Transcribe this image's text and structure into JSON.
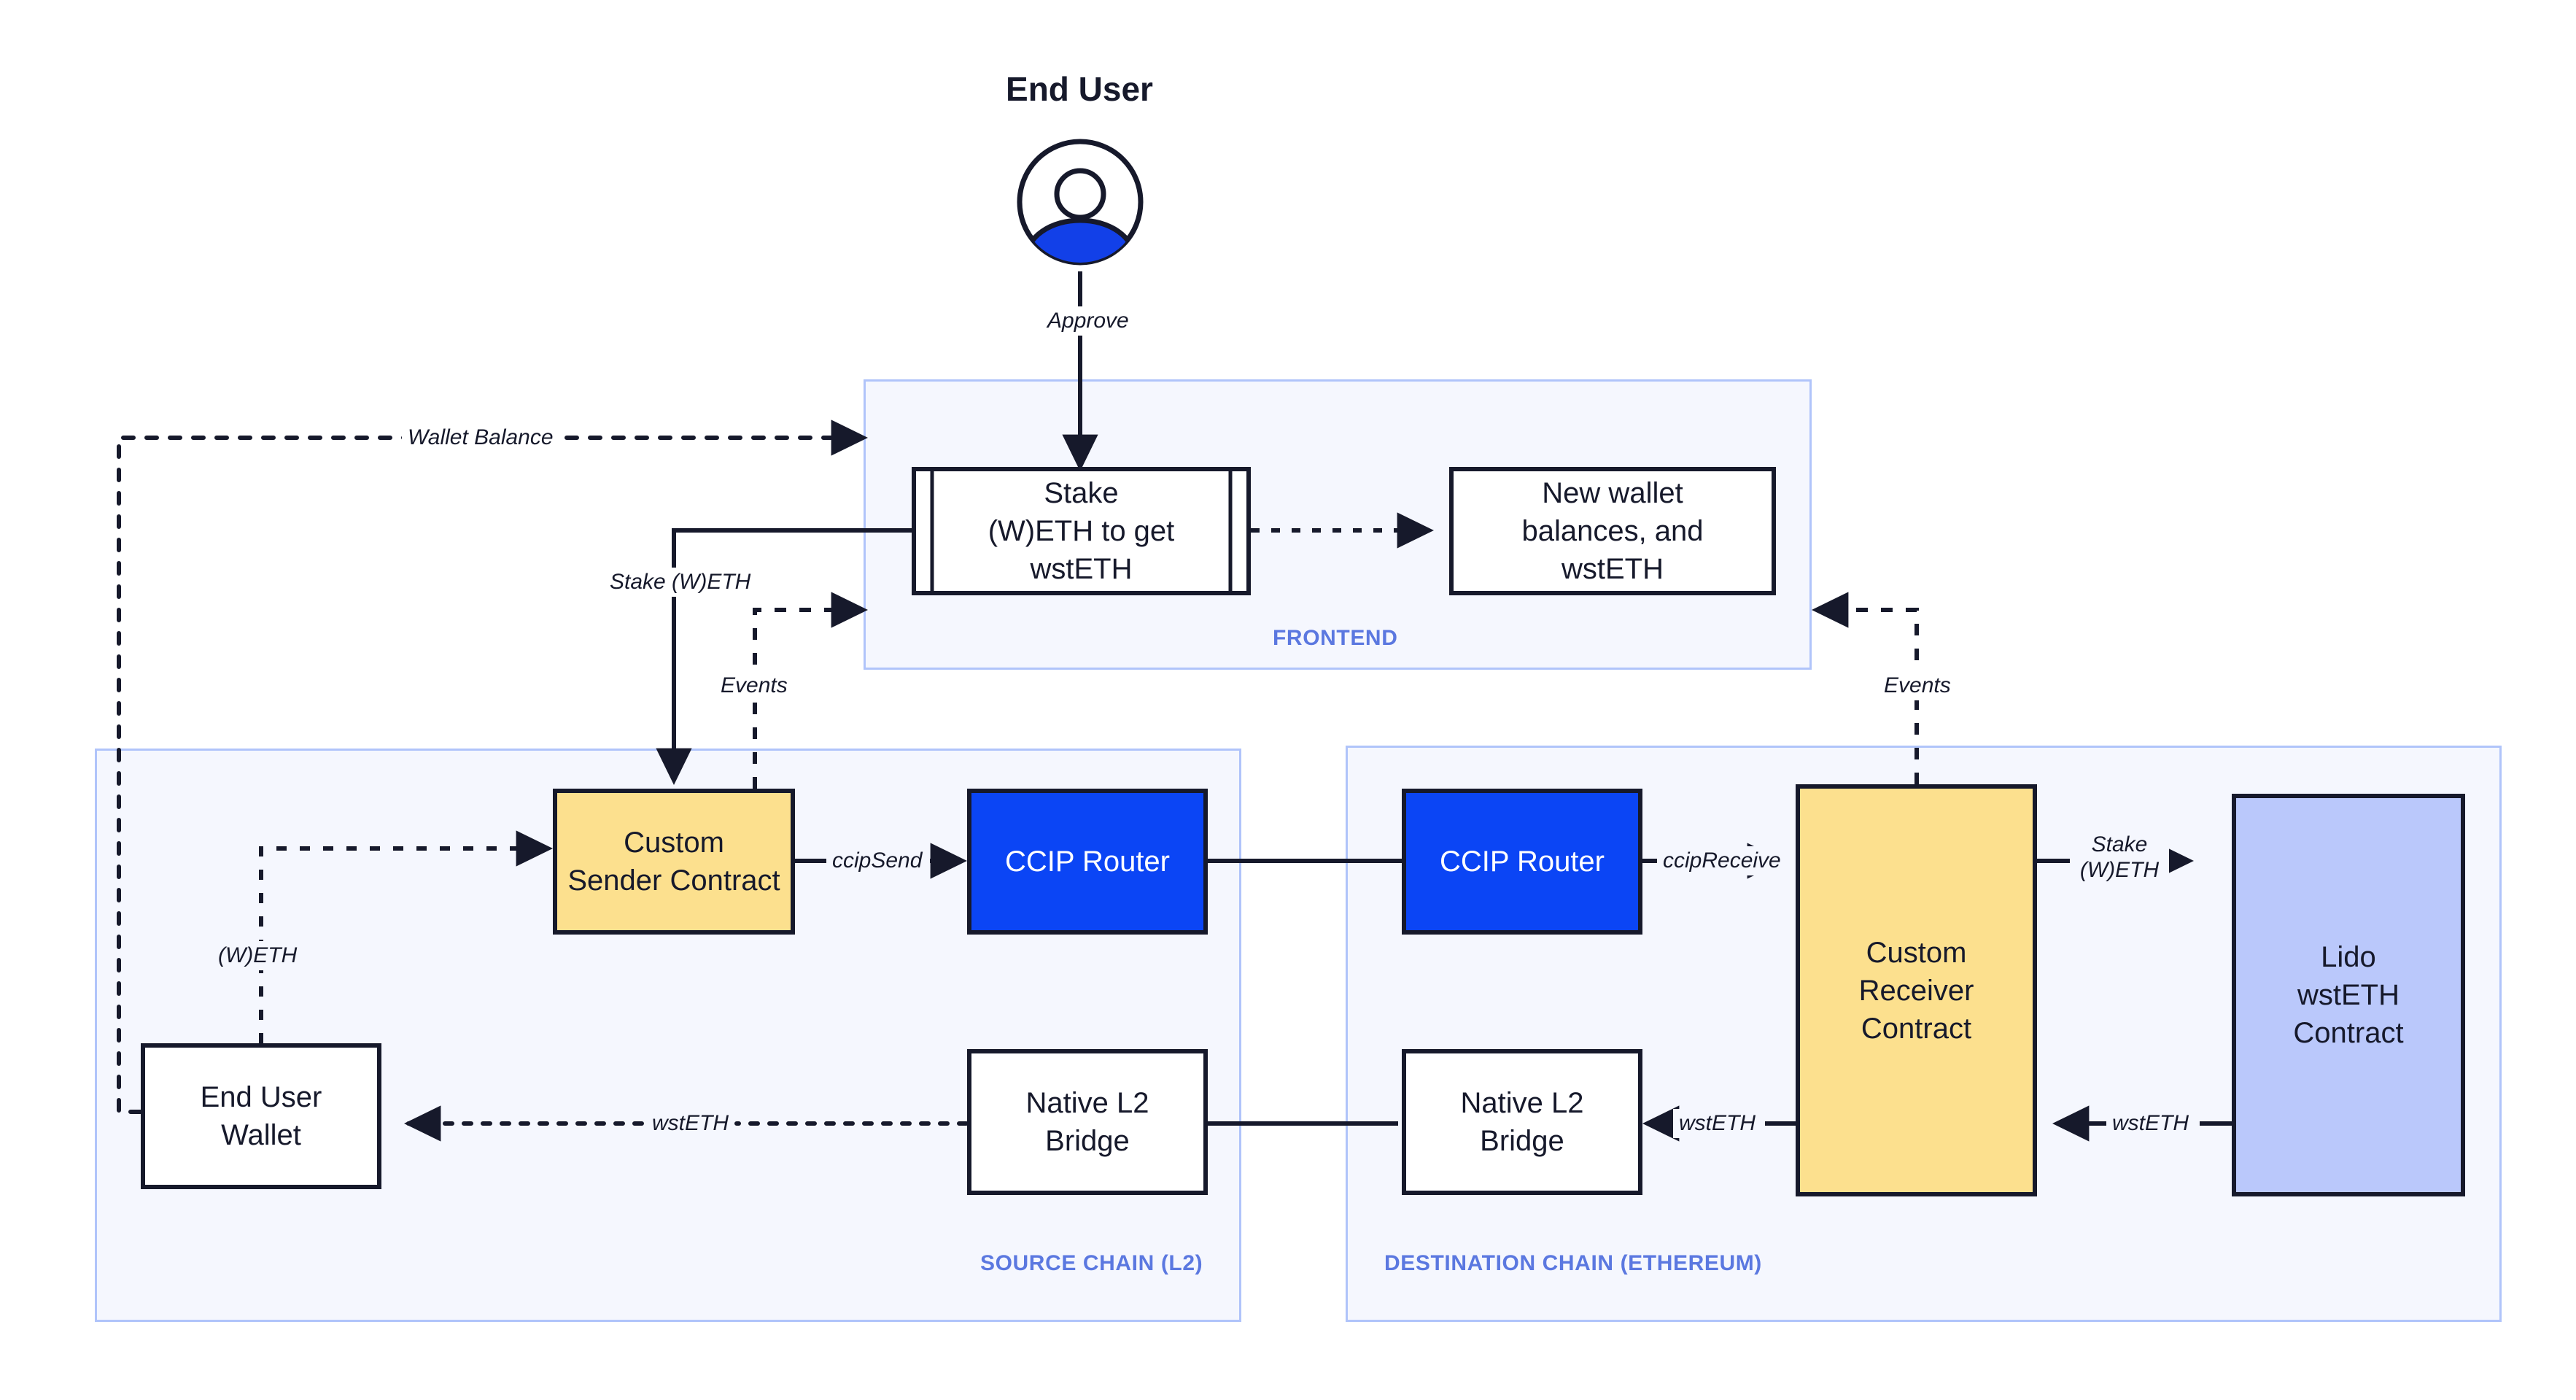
{
  "diagram": {
    "title": "CCIP cross-chain wstETH staking architecture",
    "actor": {
      "label": "End User",
      "icon": "user-avatar-icon"
    },
    "zones": [
      {
        "id": "frontend",
        "label": "FRONTEND"
      },
      {
        "id": "source-chain",
        "label": "SOURCE CHAIN (L2)"
      },
      {
        "id": "destination-chain",
        "label": "DESTINATION CHAIN (ETHEREUM)"
      }
    ],
    "nodes": [
      {
        "id": "stake-weth",
        "label": "Stake\n(W)ETH to get\nwstETH",
        "style": "process-double",
        "zone": "frontend"
      },
      {
        "id": "new-balances",
        "label": "New wallet\nbalances, and\nwstETH",
        "style": "plain",
        "zone": "frontend"
      },
      {
        "id": "custom-sender",
        "label": "Custom\nSender Contract",
        "style": "yellow",
        "zone": "source-chain"
      },
      {
        "id": "ccip-router-src",
        "label": "CCIP Router",
        "style": "blue",
        "zone": "source-chain"
      },
      {
        "id": "end-user-wallet",
        "label": "End User\nWallet",
        "style": "plain",
        "zone": "source-chain"
      },
      {
        "id": "native-l2-bridge-src",
        "label": "Native L2\nBridge",
        "style": "plain",
        "zone": "source-chain"
      },
      {
        "id": "ccip-router-dst",
        "label": "CCIP Router",
        "style": "blue",
        "zone": "destination-chain"
      },
      {
        "id": "custom-receiver",
        "label": "Custom\nReceiver\nContract",
        "style": "yellow",
        "zone": "destination-chain"
      },
      {
        "id": "native-l2-bridge-dst",
        "label": "Native L2\nBridge",
        "style": "plain",
        "zone": "destination-chain"
      },
      {
        "id": "lido-wsteth",
        "label": "Lido\nwstETH\nContract",
        "style": "lido",
        "zone": "destination-chain"
      }
    ],
    "edges": [
      {
        "id": "approve",
        "label": "Approve",
        "from": "end-user",
        "to": "stake-weth",
        "line": "solid"
      },
      {
        "id": "wallet-balance",
        "label": "Wallet Balance",
        "from": "end-user-wallet",
        "to": "frontend",
        "line": "dashed"
      },
      {
        "id": "stake-weth-edge",
        "label": "Stake (W)ETH",
        "from": "stake-weth",
        "to": "custom-sender",
        "line": "solid"
      },
      {
        "id": "events-src",
        "label": "Events",
        "from": "custom-sender",
        "to": "frontend",
        "line": "dashed"
      },
      {
        "id": "events-dst",
        "label": "Events",
        "from": "custom-receiver",
        "to": "new-balances",
        "line": "dashed"
      },
      {
        "id": "new-balances-edge",
        "label": "",
        "from": "stake-weth",
        "to": "new-balances",
        "line": "dashed"
      },
      {
        "id": "weth",
        "label": "(W)ETH",
        "from": "end-user-wallet",
        "to": "custom-sender",
        "line": "dashed"
      },
      {
        "id": "ccipsend",
        "label": "ccipSend",
        "from": "custom-sender",
        "to": "ccip-router-src",
        "line": "solid"
      },
      {
        "id": "router-to-router",
        "label": "",
        "from": "ccip-router-src",
        "to": "ccip-router-dst",
        "line": "solid"
      },
      {
        "id": "ccipreceive",
        "label": "ccipReceive",
        "from": "ccip-router-dst",
        "to": "custom-receiver",
        "line": "solid"
      },
      {
        "id": "stake-weth-lido",
        "label": "Stake\n(W)ETH",
        "from": "custom-receiver",
        "to": "lido-wsteth",
        "line": "solid"
      },
      {
        "id": "wsteth-lido-back",
        "label": "wstETH",
        "from": "lido-wsteth",
        "to": "custom-receiver",
        "line": "solid"
      },
      {
        "id": "wsteth-to-bridge",
        "label": "wstETH",
        "from": "custom-receiver",
        "to": "native-l2-bridge-dst",
        "line": "solid"
      },
      {
        "id": "bridge-to-bridge",
        "label": "",
        "from": "native-l2-bridge-dst",
        "to": "native-l2-bridge-src",
        "line": "solid"
      },
      {
        "id": "wsteth-to-wallet",
        "label": "wstETH",
        "from": "native-l2-bridge-src",
        "to": "end-user-wallet",
        "line": "dashed"
      }
    ],
    "colors": {
      "stroke": "#16192b",
      "yellow": "#FCE08E",
      "blue": "#0B45F5",
      "lido": "#BAC8FB",
      "zone_bg": "#F5F7FE",
      "zone_border": "#B0C4FA",
      "zone_label": "#5B78E0",
      "avatar_accent": "#1240E8"
    }
  }
}
